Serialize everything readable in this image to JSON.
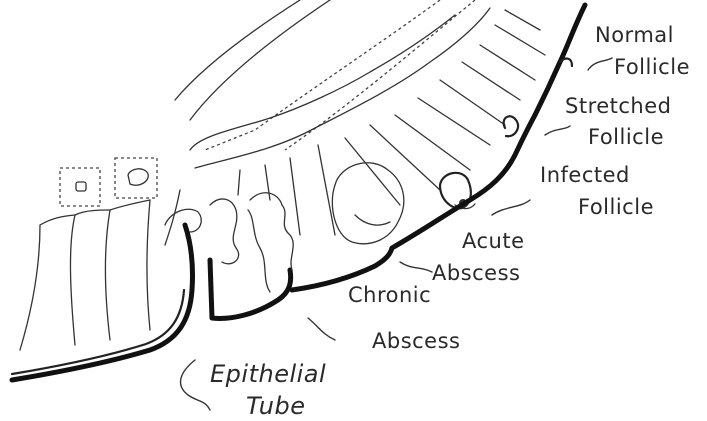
{
  "labels": {
    "normal_follicle": [
      "Normal",
      "Follicle"
    ],
    "stretched_follicle": [
      "Stretched",
      "Follicle"
    ],
    "infected_follicle": [
      "Infected",
      "Follicle"
    ],
    "acute_abscess": [
      "Acute",
      "Abscess"
    ],
    "chronic_abscess": [
      "Chronic",
      "Abscess"
    ],
    "epithelial_tube": [
      "Epithelial",
      "Tube"
    ]
  }
}
